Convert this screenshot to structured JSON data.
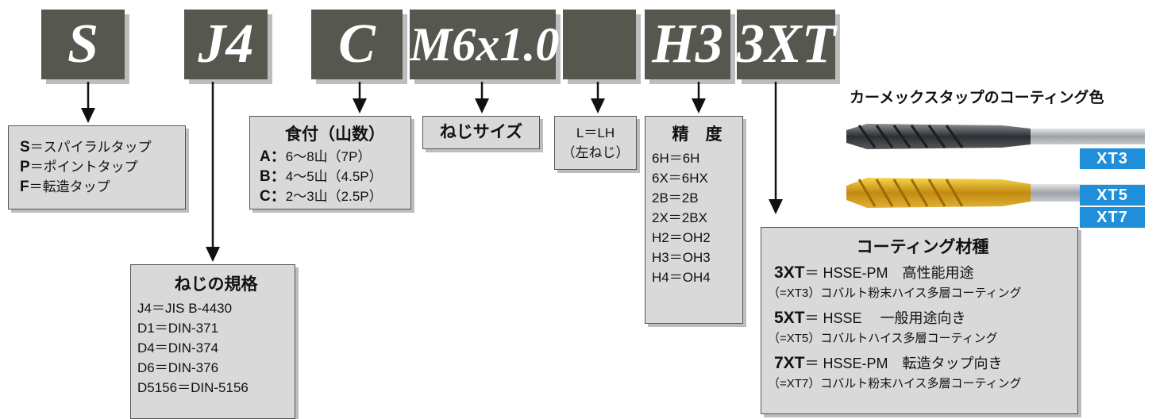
{
  "codes": [
    "S",
    "J4",
    "C",
    "M6x1.0",
    "",
    "H3",
    "3XT"
  ],
  "type_box": {
    "lines": [
      {
        "key": "S",
        "text": "＝スパイラルタップ"
      },
      {
        "key": "P",
        "text": "＝ポイントタップ"
      },
      {
        "key": "F",
        "text": "＝転造タップ"
      }
    ]
  },
  "standard_box": {
    "title": "ねじの規格",
    "lines": [
      "J4＝JIS B-4430",
      "D1＝DIN-371",
      "D4＝DIN-374",
      "D6＝DIN-376",
      "D5156＝DIN-5156"
    ]
  },
  "chamfer_box": {
    "title": "食付（山数）",
    "lines": [
      {
        "key": "A：",
        "text": "6～8山（7P）"
      },
      {
        "key": "B：",
        "text": "4～5山（4.5P）"
      },
      {
        "key": "C：",
        "text": "2～3山（2.5P）"
      }
    ]
  },
  "size_box": {
    "title": "ねじサイズ"
  },
  "lh_box": {
    "lines": [
      "L＝LH",
      "（左ねじ）"
    ]
  },
  "accuracy_box": {
    "title": "精　度",
    "lines": [
      "6H＝6H",
      "6X＝6HX",
      "2B＝2B",
      "2X＝2BX",
      "H2＝OH2",
      "H3＝OH3",
      "H4＝OH4"
    ]
  },
  "coating_box": {
    "title": "コーティング材種",
    "items": [
      {
        "key": "3XT",
        "main": "＝ HSSE-PM　高性能用途",
        "sub": "（=XT3）コバルト粉末ハイス多層コーティング"
      },
      {
        "key": "5XT",
        "main": "＝ HSSE　 一般用途向き",
        "sub": "（=XT5）コバルトハイス多層コーティング"
      },
      {
        "key": "7XT",
        "main": "＝ HSSE-PM　転造タップ向き",
        "sub": "（=XT7）コバルト粉末ハイス多層コーティング"
      }
    ]
  },
  "coating_colors": {
    "title": "カーメックスタップのコーティング色",
    "badges": [
      "XT3",
      "XT5",
      "XT7"
    ],
    "dark_tap_color": "#3a3d42",
    "gold_tap_color": "#d9a520",
    "badge_color": "#1e8fd8"
  }
}
